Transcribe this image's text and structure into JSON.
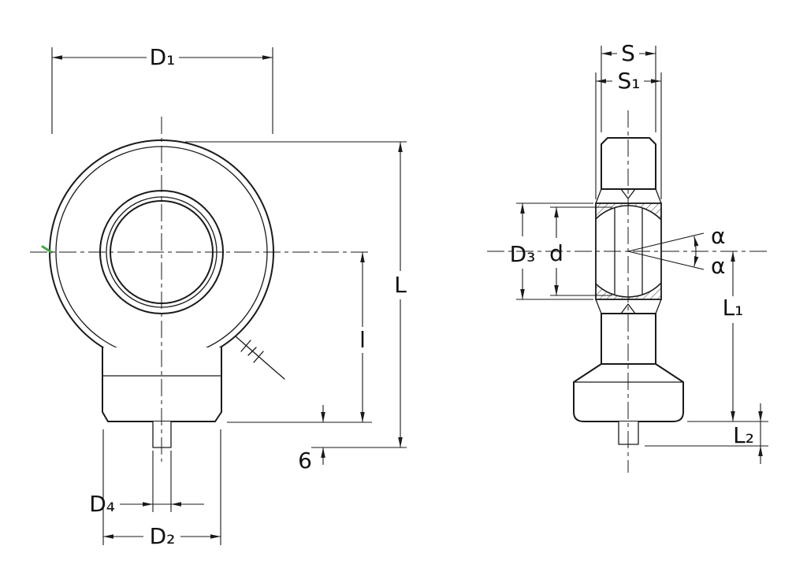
{
  "diagram": {
    "labels": {
      "d1": "D₁",
      "d2": "D₂",
      "d3": "D₃",
      "d4": "D₄",
      "d": "d",
      "L": "L",
      "l": "l",
      "l1": "L₁",
      "l2": "L₂",
      "s": "S",
      "s1": "S₁",
      "alpha_upper": "α",
      "alpha_lower": "α",
      "six": "6"
    },
    "colors": {
      "line": "#1a1a1a",
      "background": "#ffffff",
      "accent_mark": "#3faa3f"
    }
  }
}
